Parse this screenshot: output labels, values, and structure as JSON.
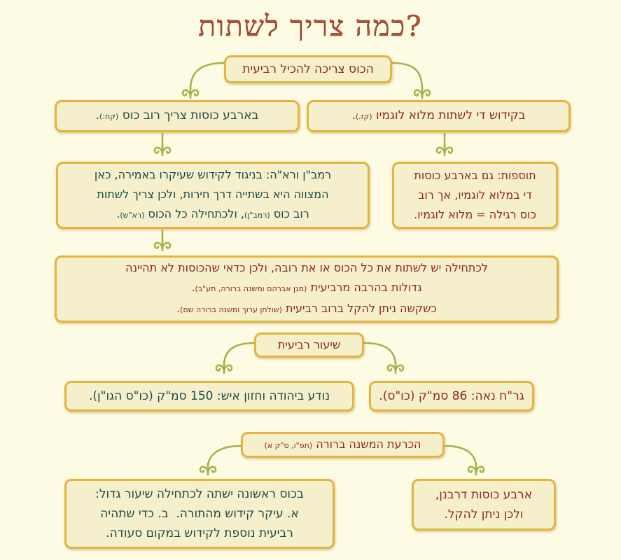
{
  "title": "כמה צריך לשתות?",
  "colors": {
    "background": "#fdfbe4",
    "box_fill": "#f5efcc",
    "box_border": "#e3b53e",
    "red_text": "#8e2a1c",
    "teal_text": "#1d4a47",
    "connector": "#a7b04a"
  },
  "root": {
    "text": "הכוס צריכה להכיל רביעית"
  },
  "kiddush": {
    "text": "בקידוש די לשתות מלוא לוגמיו",
    "cite": "(קז.)",
    "end": "."
  },
  "four_cups": {
    "text": "בארבע כוסות צריך רוב כוס",
    "cite": "(קח:)",
    "end": "."
  },
  "tosafot": {
    "lines": [
      "תוספות: גם בארבע כוסות",
      "די במלוא לוגמיו, אך רוב",
      "כוס רגילה = מלוא לוגמיו."
    ]
  },
  "ramban": {
    "line1": "רמב\"ן ורא\"ה: בניגוד לקידוש שעיקרו באמירה, כאן",
    "line2": "המצווה היא בשתייה דרך חירות, ולכן צריך לשתות",
    "line3a": "רוב כוס ",
    "cite1": "(רמב\"ן)",
    "line3b": ", ולכתחילה כל הכוס ",
    "cite2": "(רא\"ש)",
    "end": "."
  },
  "lechatchila": {
    "line1": "לכתחילה יש לשתות את כל הכוס או את רובה, ולכן כדאי שהכוסות לא תהיינה",
    "line2": "גדולות בהרבה מרביעית ",
    "cite2": "(מגן אברהם ומשנה ברורה, תע\"ב)",
    "line3": "כשקשה ניתן להקל ברוב רביעית ",
    "cite3": "(שולחן ערוך ומשנה ברורה שם)",
    "end": "."
  },
  "shiur": {
    "text": "שיעור רביעית"
  },
  "grach": {
    "text": "גר\"ח נאה: 86 סמ\"ק (כו\"ס)."
  },
  "noda": {
    "text": "נודע ביהודה וחזון איש: 150 סמ\"ק (כו\"ס הגו\"ן)."
  },
  "mishna_berura": {
    "text": "הכרעת המשנה ברורה ",
    "cite": "(תפ\"ו, ס\"ק א)"
  },
  "arba": {
    "lines": [
      "ארבע כוסות דרבנן,",
      "ולכן ניתן להקל."
    ]
  },
  "rishona": {
    "lines": [
      "בכוס ראשונה ישתה לכתחילה שיעור גדול:",
      "א. עיקר קידוש מהתורה.  ב. כדי שתהיה",
      "רביעית נוספת לקידוש במקום סעודה."
    ]
  }
}
